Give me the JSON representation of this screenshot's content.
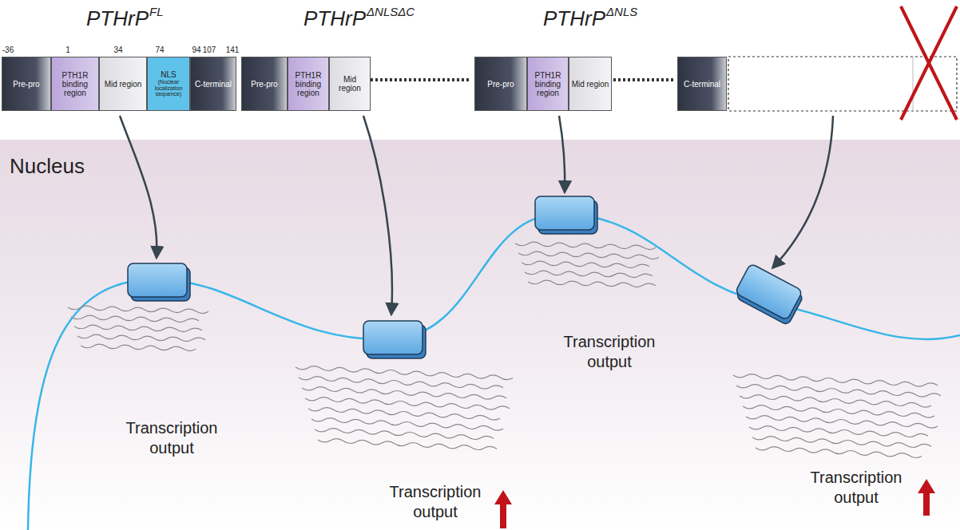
{
  "diagram": {
    "nodes": [
      {
        "text": [
          "Pre-pro"
        ]
      },
      {
        "text": [
          "PTH1R binding region"
        ]
      },
      {
        "text": [
          "Mid region"
        ]
      },
      {
        "text": [
          "NLS",
          "(Nuclear localization sequence)"
        ]
      },
      {
        "text": [
          "C-terminal"
        ]
      },
      {
        "text": [
          "Pre-pro"
        ]
      },
      {
        "text": [
          "PTH1R binding region"
        ]
      },
      {
        "text": [
          "Mid region"
        ]
      },
      {
        "text": [
          "Pre-pro"
        ]
      },
      {
        "text": [
          "PTH1R binding region"
        ]
      },
      {
        "text": [
          "Mid region"
        ]
      },
      {
        "text": [
          "C-terminal"
        ]
      },
      {
        "text": [
          "Nucleus"
        ]
      }
    ],
    "labels": [
      "PTHrP",
      "FL",
      "PTHrP",
      "ΔNLSΔC",
      "PTHrP",
      "ΔNLS",
      "-36",
      "1",
      "34",
      "74",
      "94",
      "107",
      "141",
      "Transcription output",
      "Transcription output",
      "Transcription output",
      "Transcription output"
    ]
  }
}
